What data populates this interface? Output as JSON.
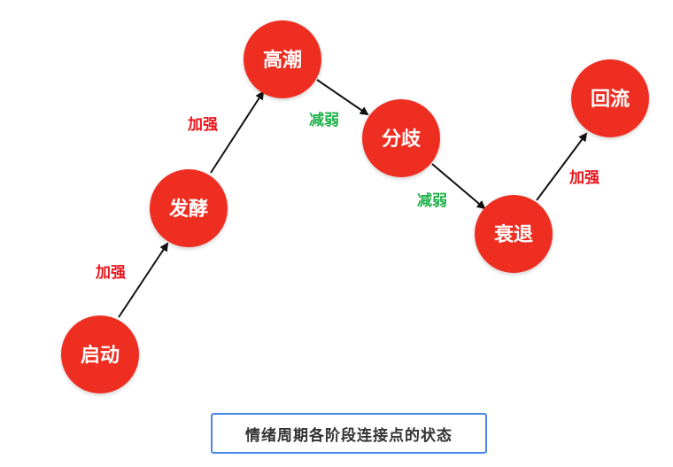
{
  "colors": {
    "node_fill": "#ef2e24",
    "node_text": "#ffffff",
    "strengthen": "#e8141b",
    "weaken": "#21b24b",
    "arrow": "#111111",
    "caption_border": "#4a86e8"
  },
  "nodes": {
    "qidong": "启动",
    "fajiao": "发酵",
    "gaochao": "高潮",
    "fenqi": "分歧",
    "shuaitui": "衰退",
    "huiliu": "回流"
  },
  "edges": {
    "qidong_fajiao": "加强",
    "fajiao_gaochao": "加强",
    "gaochao_fenqi": "减弱",
    "fenqi_shuaitui": "减弱",
    "shuaitui_huiliu": "加强"
  },
  "caption": "情绪周期各阶段连接点的状态"
}
